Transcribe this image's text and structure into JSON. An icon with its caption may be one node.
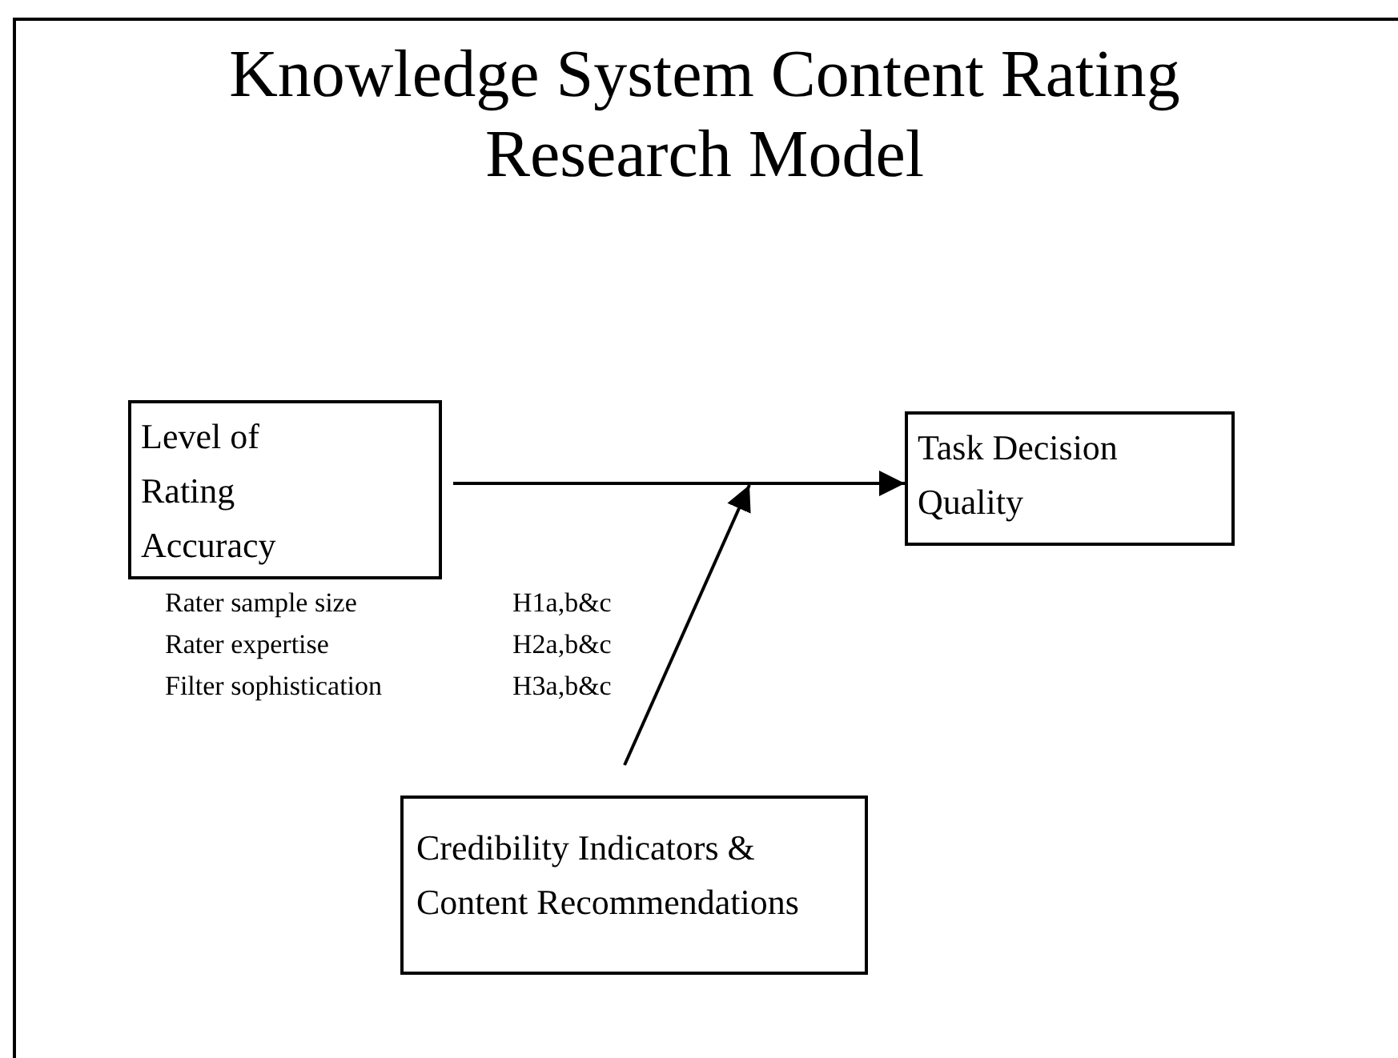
{
  "diagram": {
    "title": "Knowledge System Content Rating Research Model",
    "nodes": [
      {
        "text": [
          "Level of Rating Accuracy"
        ]
      },
      {
        "text": [
          "Task Decision Quality"
        ]
      },
      {
        "text": [
          "Credibility Indicators & Content Recommendations"
        ]
      }
    ],
    "edges": [
      {
        "from": 0,
        "to": 1,
        "arrow": "to"
      },
      {
        "from": 2,
        "to": null,
        "arrow": "to"
      }
    ],
    "labels": [
      "Rater sample size",
      "H1a,b&c",
      "Rater expertise",
      "H2a,b&c",
      "Filter sophistication",
      "H3a,b&c"
    ]
  }
}
